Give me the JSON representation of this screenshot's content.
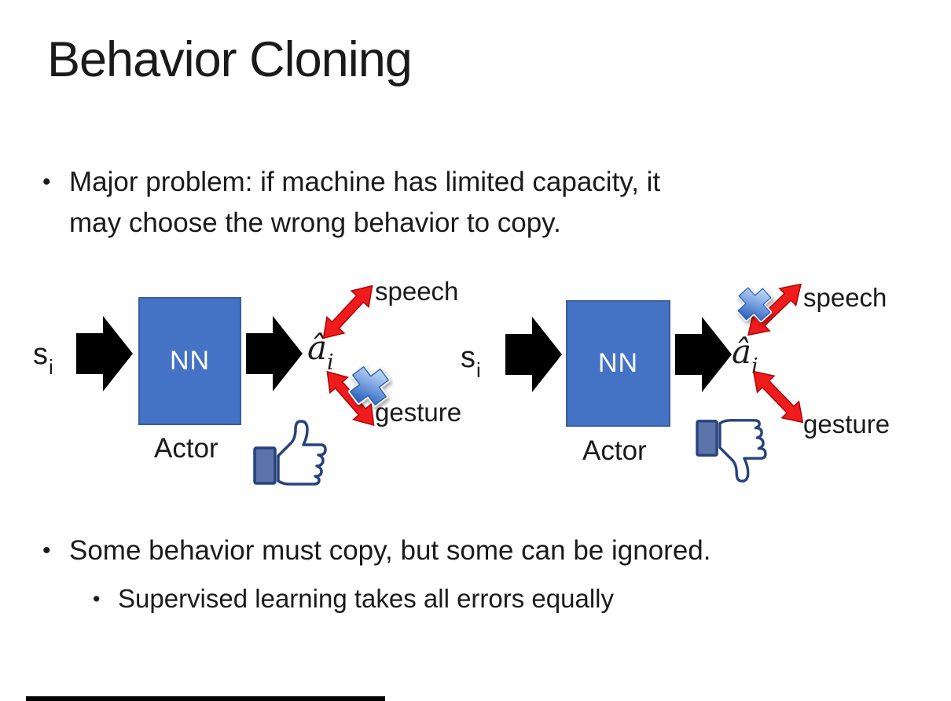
{
  "slide": {
    "title": "Behavior Cloning",
    "bullet_major": {
      "marker": "•",
      "line1": "Major problem: if machine has limited capacity, it",
      "line2": "may choose the wrong behavior to copy."
    },
    "bullet_some": {
      "marker": "•",
      "text": "Some behavior must copy, but some can be ignored."
    },
    "bullet_supervised": {
      "marker": "•",
      "text": "Supervised learning takes all errors equally"
    }
  },
  "diagram_left": {
    "input_symbol": {
      "base": "s",
      "sub": "i"
    },
    "nn_label": "NN",
    "output_symbol": {
      "base": "â",
      "sub": "i"
    },
    "action_speech": "speech",
    "action_gesture": "gesture",
    "actor_label": "Actor",
    "crossed_out_action": "gesture",
    "feedback_icon": "thumbs-up"
  },
  "diagram_right": {
    "input_symbol": {
      "base": "s",
      "sub": "i"
    },
    "nn_label": "NN",
    "output_symbol": {
      "base": "â",
      "sub": "i"
    },
    "action_speech": "speech",
    "action_gesture": "gesture",
    "actor_label": "Actor",
    "crossed_out_action": "speech",
    "feedback_icon": "thumbs-down"
  },
  "colors": {
    "nn_box": "#4472C4",
    "nn_border": "#3A5E9B",
    "arrow_black": "#000000",
    "arrow_red": "#EE1C1C",
    "arrow_red_edge": "#B00000",
    "cross_light": "#DCEBFB",
    "cross_mid": "#8FB4E8",
    "cross_dark": "#2F66C0",
    "cross_edge": "#2A5AA8",
    "thumb_outline": "#28427C",
    "thumb_cuff": "#5C74A9",
    "ink": "#1A1A1A",
    "slide_bg": "#FFFFFF"
  }
}
